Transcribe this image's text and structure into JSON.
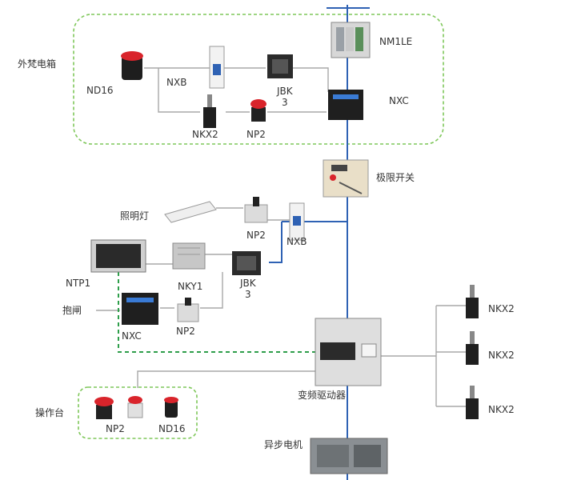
{
  "groups": {
    "outer_box": "外梵电箱",
    "operator_box": "操作台"
  },
  "components": {
    "nm1le": "NM1LE",
    "nd16_top": "ND16",
    "nxb_top": "NXB",
    "jbk3_top": "JBK\n3",
    "nxc_top": "NXC",
    "nkx2_top": "NKX2",
    "np2_top": "NP2",
    "limit_switch": "极限开关",
    "light": "照明灯",
    "np2_mid": "NP2",
    "nxb_mid": "NXB",
    "ntp1": "NTP1",
    "nky1": "NKY1",
    "jbk3_mid": "JBK\n3",
    "brake": "抱闸",
    "nxc_mid": "NXC",
    "np2_low": "NP2",
    "vfd": "变频驱动器",
    "nkx2_r1": "NKX2",
    "nkx2_r2": "NKX2",
    "nkx2_r3": "NKX2",
    "np2_op": "NP2",
    "nd16_op": "ND16",
    "motor": "异步电机"
  },
  "colors": {
    "power_wire": "#2f62b4",
    "signal_wire": "#a8a8a8",
    "comm_wire": "#2e9e4a",
    "group_border": "#7fc75a",
    "button_red": "#d9242b"
  }
}
